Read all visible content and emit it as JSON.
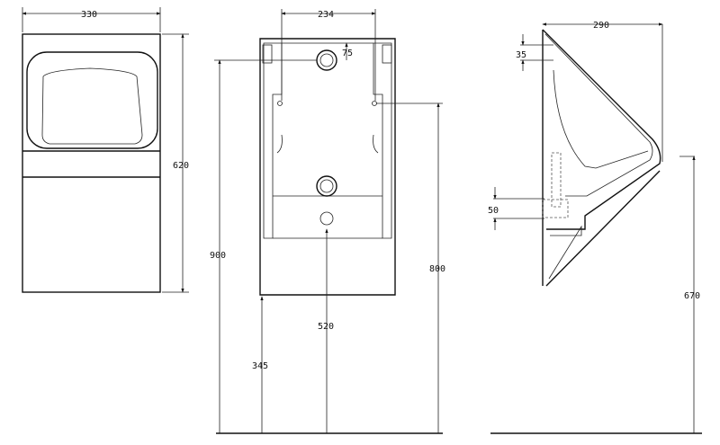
{
  "front_view": {
    "width_label": "330",
    "height_label": "620"
  },
  "back_view": {
    "hole_spacing_label": "234",
    "inlet_offset_label": "75",
    "top_inlet_height_label": "900",
    "fixing_height_label": "800",
    "center_label": "520",
    "outlet_height_label": "345"
  },
  "side_view": {
    "depth_label": "290",
    "top_offset_label": "35",
    "outlet_size_label": "50",
    "rim_height_label": "670"
  }
}
